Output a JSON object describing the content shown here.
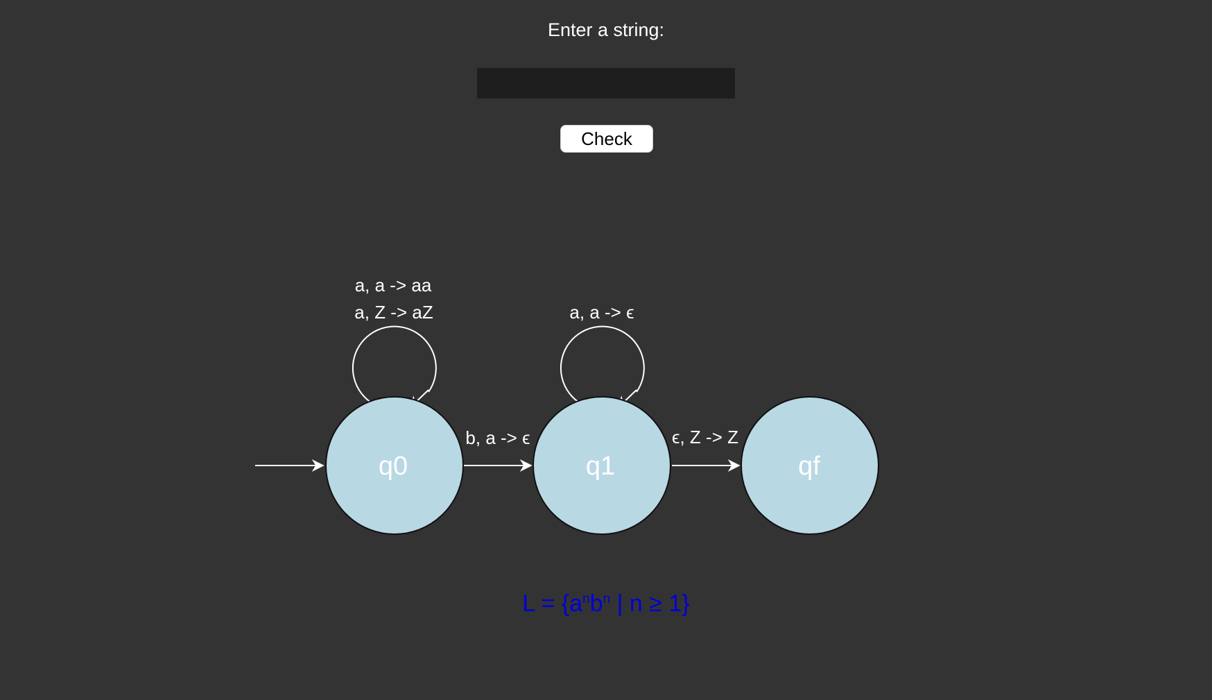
{
  "form": {
    "prompt_label": "Enter a string:",
    "input_value": "",
    "input_placeholder": "",
    "check_label": "Check"
  },
  "diagram": {
    "states": [
      {
        "label": "q0"
      },
      {
        "label": "q1"
      },
      {
        "label": "qf"
      }
    ],
    "transitions": {
      "q0_loop": [
        "a, a -> aa",
        "a, Z -> aZ"
      ],
      "q0_to_q1": "b, a -> ϵ",
      "q1_loop": "a, a -> ϵ",
      "q1_to_qf": "ϵ, Z -> Z"
    },
    "colors": {
      "state_fill": "#b8d8e4",
      "state_stroke": "#111111",
      "edge": "#ffffff"
    }
  },
  "language": {
    "prefix": "L = {a",
    "exp1": "n",
    "mid": "b",
    "exp2": "n",
    "suffix": " | n ≥ 1}",
    "color": "#0000d6"
  }
}
